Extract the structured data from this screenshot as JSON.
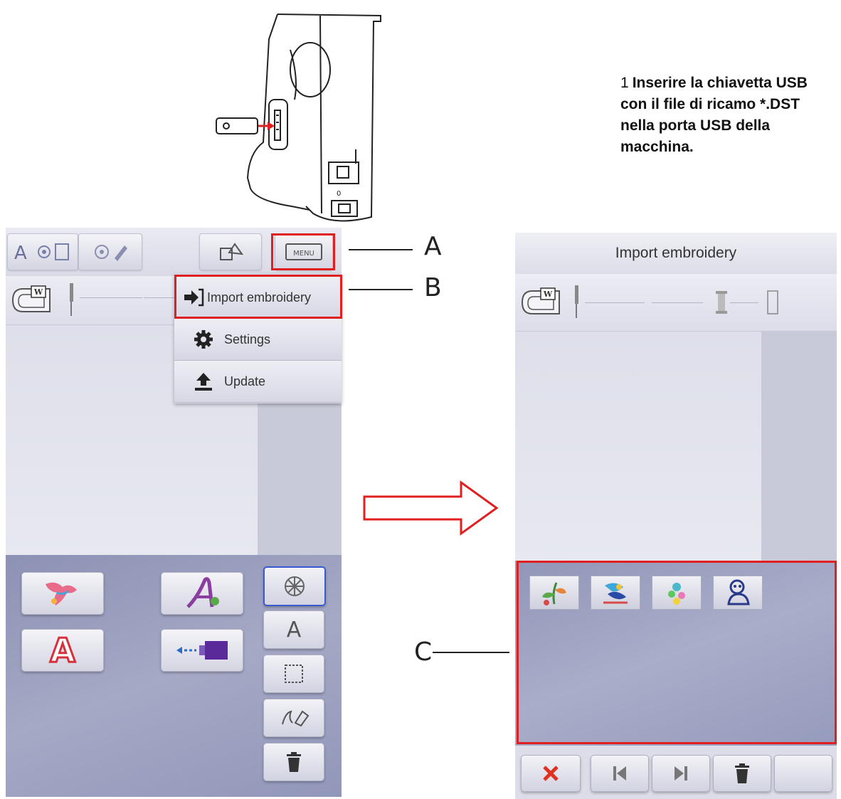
{
  "instruction": {
    "number": "1",
    "text": "Inserire la chiavetta USB con il file di ricamo *.DST nella porta USB della macchina."
  },
  "callouts": {
    "a": "A",
    "b": "B",
    "c": "C"
  },
  "left_screen": {
    "menu_button_label": "MENU",
    "menu": {
      "items": [
        {
          "label": "Import embroidery",
          "icon": "import-arrow-icon"
        },
        {
          "label": "Settings",
          "icon": "gear-icon"
        },
        {
          "label": "Update",
          "icon": "upload-icon"
        }
      ]
    },
    "panel_letter_button": "A",
    "side_letter_button": "A"
  },
  "right_screen": {
    "title": "Import embroidery",
    "thumbnails": [
      "design-1",
      "design-2",
      "design-3",
      "design-4"
    ],
    "bottom_buttons": [
      "cancel-icon",
      "first-icon",
      "last-icon",
      "trash-icon",
      "blank"
    ]
  },
  "colors": {
    "highlight": "#e02020",
    "panel": "#9ca0c0",
    "cancel": "#e03020"
  }
}
